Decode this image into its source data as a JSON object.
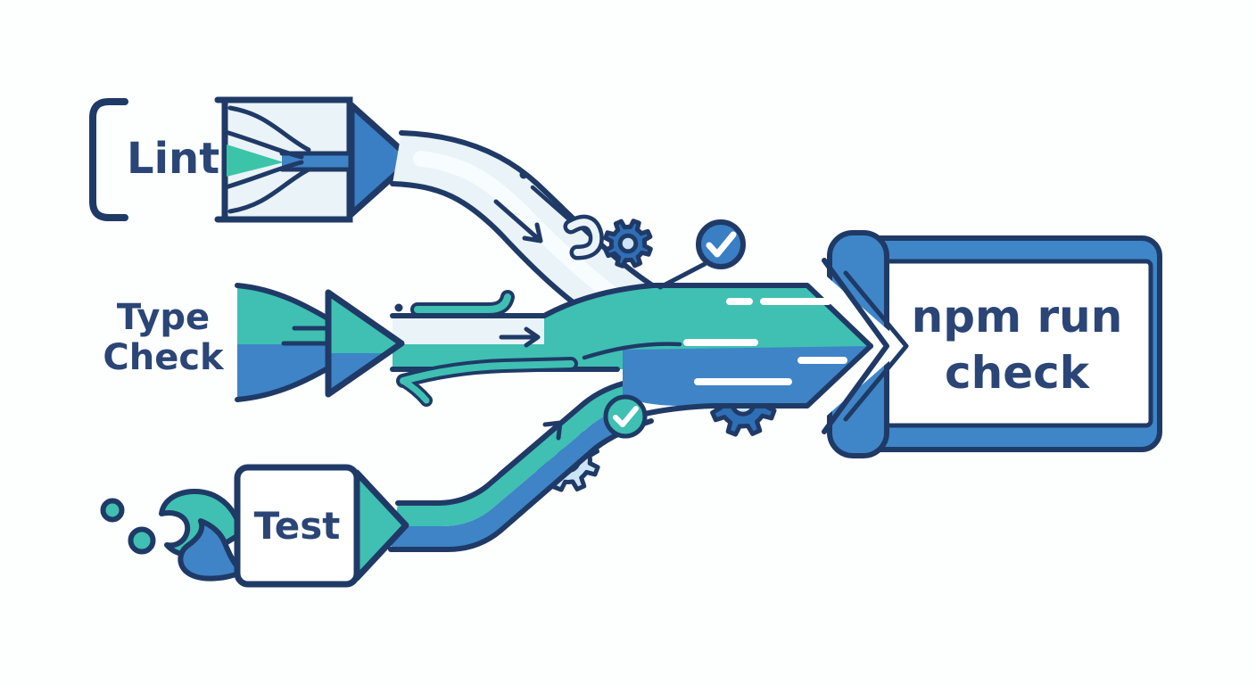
{
  "diagram": {
    "type": "pipeline-illustration",
    "title": "npm run check",
    "nodes": {
      "lint": {
        "label": "Lint"
      },
      "type_check": {
        "label": "Type Check"
      },
      "test": {
        "label": "Test"
      },
      "command": {
        "label": "npm run check"
      }
    },
    "icons": {
      "gear": "gear-icon",
      "check_circle": "check-circle-icon",
      "funnel": "funnel-icon",
      "arrow": "flow-arrow-icon",
      "splash": "splash-icon",
      "droplet": "droplet-icon"
    },
    "colors": {
      "navy": "#1f3a66",
      "textNavy": "#2b4576",
      "teal": "#3fc0b2",
      "mint": "#3cc4a9",
      "blue": "#3e84c6",
      "gearBlue": "#2f6fb5",
      "checkBlue": "#3a7ec4",
      "lightGear": "#cde4f6",
      "pale": "#e9f3f8",
      "paleHi": "#f7fcfe",
      "capsuleBlue": "#3e86c8"
    }
  }
}
